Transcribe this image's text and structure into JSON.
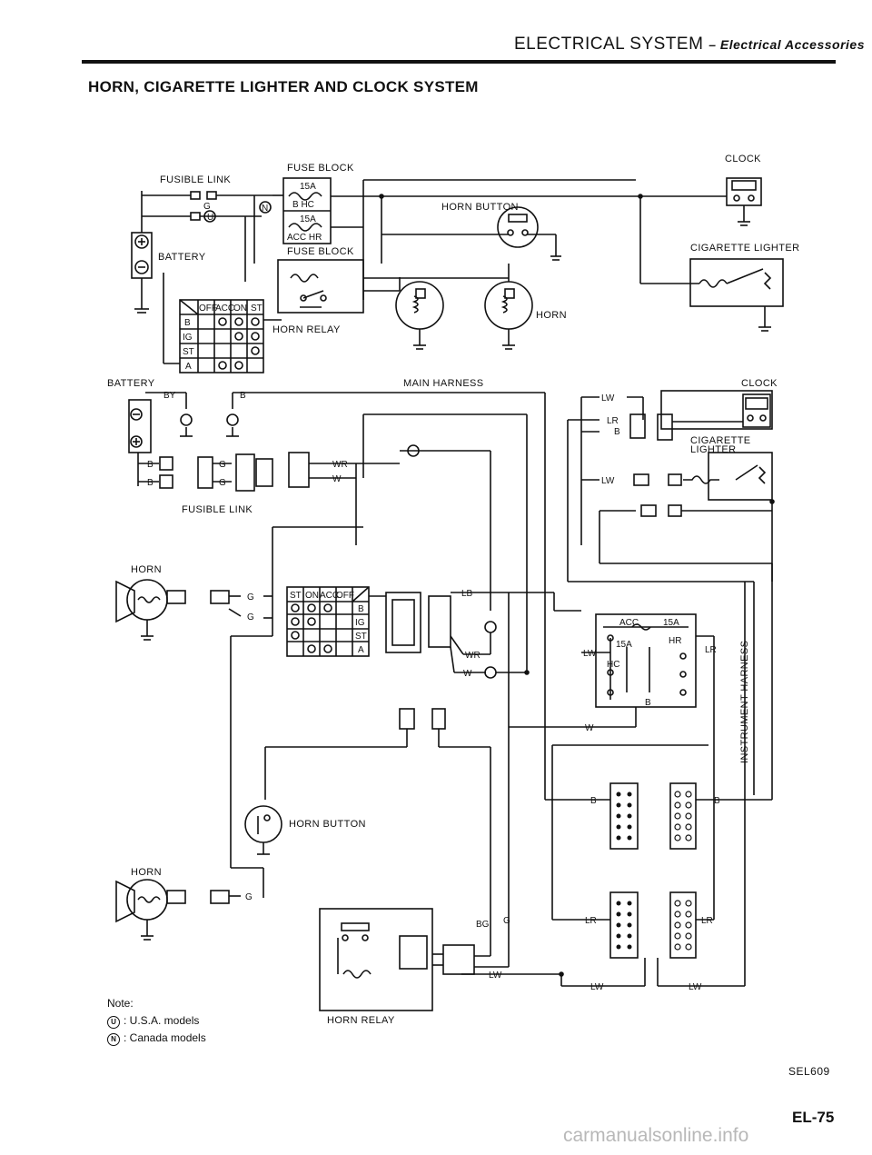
{
  "header": {
    "section": "ELECTRICAL SYSTEM",
    "subsection": "– Electrical Accessories"
  },
  "title": "HORN, CIGARETTE LIGHTER AND CLOCK SYSTEM",
  "schematic": {
    "fusible_link": "FUSIBLE LINK",
    "fuse_block_top": "FUSE BLOCK",
    "fuse_block_bottom": "FUSE BLOCK",
    "fuse_15a_1": "15A",
    "fuse_15a_2": "15A",
    "fuse_b_hc": "B HC",
    "fuse_acc_hr": "ACC HR",
    "wire_g": "G",
    "mark_n": "N",
    "mark_u": "U",
    "battery": "BATTERY",
    "ignition_header": [
      "OFF",
      "ACC",
      "ON",
      "ST"
    ],
    "ignition_rows": [
      "B",
      "IG",
      "ST",
      "A"
    ],
    "horn_relay": "HORN RELAY",
    "horn_button": "HORN BUTTON",
    "horn": "HORN",
    "clock": "CLOCK",
    "cigarette_lighter": "CIGARETTE LIGHTER"
  },
  "harness": {
    "battery": "BATTERY",
    "main_harness": "MAIN HARNESS",
    "clock": "CLOCK",
    "cigarette_lighter_1": "CIGARETTE",
    "cigarette_lighter_2": "LIGHTER",
    "fusible_link": "FUSIBLE LINK",
    "horn_1": "HORN",
    "horn_2": "HORN",
    "horn_button": "HORN BUTTON",
    "horn_relay": "HORN RELAY",
    "instrument_harness": "INSTRUMENT HARNESS",
    "fuse_acc": "ACC",
    "fuse_15a_1": "15A",
    "fuse_15a_2": "15A",
    "fuse_hr": "HR",
    "fuse_hc": "HC",
    "fuse_b": "B",
    "ign_header": [
      "ST",
      "ON",
      "ACC",
      "OFF"
    ],
    "ign_rows": [
      "B",
      "IG",
      "ST",
      "A"
    ],
    "wires": {
      "by": "BY",
      "b": "B",
      "g": "G",
      "wr": "WR",
      "w": "W",
      "lb": "LB",
      "lw": "LW",
      "lr": "LR",
      "bg": "BG"
    }
  },
  "notes": {
    "heading": "Note:",
    "u_mark": "U",
    "u_text": ": U.S.A. models",
    "n_mark": "N",
    "n_text": ": Canada models"
  },
  "figure_code": "SEL609",
  "page_number": "EL-75",
  "watermark": "carmanualsonline.info"
}
